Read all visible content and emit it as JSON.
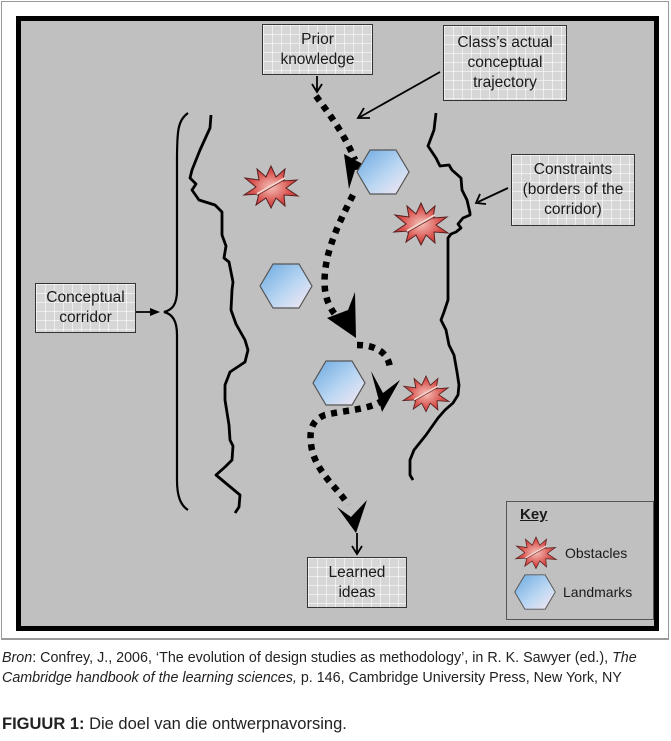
{
  "diagram": {
    "labels": {
      "prior_knowledge": "Prior\nknowledge",
      "trajectory": "Class’s actual\nconceptual\ntrajectory",
      "constraints": "Constraints\n(borders of the\ncorridor)",
      "corridor": "Conceptual\ncorridor",
      "learned_ideas": "Learned\nideas"
    },
    "key": {
      "title": "Key",
      "items": [
        {
          "icon": "obstacle-starburst-icon",
          "label": "Obstacles"
        },
        {
          "icon": "landmark-hexagon-icon",
          "label": "Landmarks"
        }
      ]
    },
    "colors": {
      "panel_background": "#c0c0c0",
      "obstacle": "#d9534f",
      "landmark": "#8fbfe8"
    }
  },
  "caption": {
    "source_label": "Bron",
    "source_text_1": ": Confrey, J., 2006, ‘The evolution of design studies as methodology’, in R. K. Sawyer (ed.), ",
    "source_book": "The Cambridge handbook of the learning sciences,",
    "source_text_2": " p. 146, Cambridge University Press, New York, NY"
  },
  "figure": {
    "label": "FIGUUR 1:",
    "title": " Die doel van die ontwerpnavorsing."
  }
}
